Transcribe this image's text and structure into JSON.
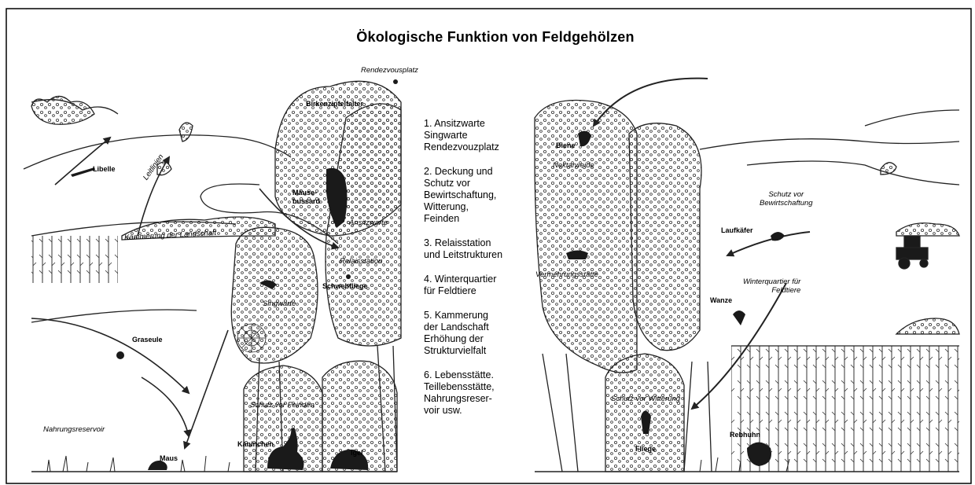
{
  "title": "Ökologische Funktion von Feldgehölzen",
  "legend": [
    "1. Ansitzwarte\nSingwarte\nRendezvouzplatz",
    "2. Deckung und\nSchutz vor\nBewirtschaftung,\nWitterung,\nFeinden",
    "3. Relaisstation\nund Leitstrukturen",
    "4. Winterquartier\nfür Feldtiere",
    "5. Kammerung\nder Landschaft\nErhöhung der\nStrukturvielfalt",
    "6. Lebensstätte.\nTeillebensstätte,\nNahrungsreser-\nvoir usw."
  ],
  "left_panel": {
    "rendezvous": "Rendezvousplatz",
    "birkenzipfelfalter": "Birkenzipfelfalter",
    "libelle": "Libelle",
    "leitlinien": "Leitlinien",
    "maeusebussard": "Mäuse-\nbussard",
    "ansitzwarte": "Ansitzwarte",
    "kammerung": "Kammerung der Landschaft",
    "relaisstation": "Relaisstation",
    "schwebfliege": "Schwebfliege",
    "singwarte": "Singwarte",
    "graseule": "Graseule",
    "schutz_feinden": "Schutz vor Feinden",
    "nahrungsreservoir": "Nahrungsreservoir",
    "kaninchen": "Kaninchen",
    "igel": "Igel",
    "maus": "Maus"
  },
  "right_panel": {
    "biene": "Biene",
    "nektarweide": "Nektarweide",
    "schutz_bewirtschaftung": "Schutz vor\nBewirtschaftung",
    "laufkaefer": "Laufkäfer",
    "vermehrungsstaette": "Vermehrungsstätte",
    "winterquartier": "Winterquartier für\nFeldtiere",
    "wanze": "Wanze",
    "schutz_witterung": "Schutz vor Witterung",
    "rebhuhn": "Rebhuhn",
    "fliege": "Fliege"
  }
}
